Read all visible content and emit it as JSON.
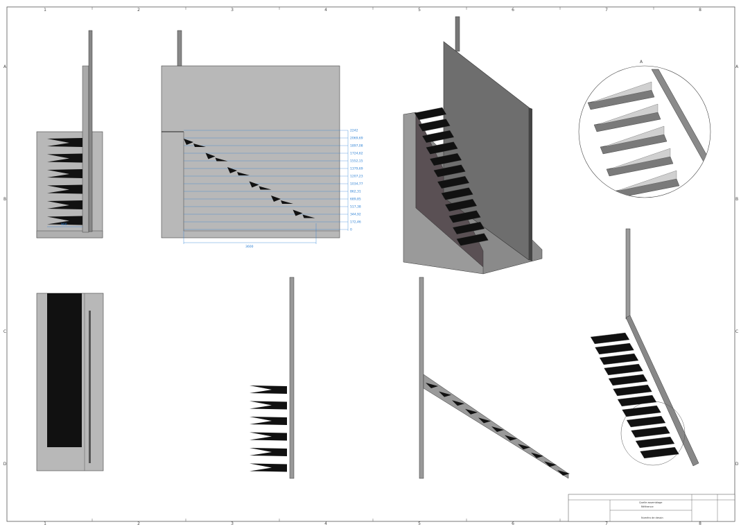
{
  "sheet": {
    "columns": [
      "1",
      "2",
      "3",
      "4",
      "5",
      "6",
      "7",
      "8"
    ],
    "rows": [
      "A",
      "B",
      "C",
      "D"
    ]
  },
  "front_view": {
    "level_dimensions": [
      "2242",
      "2069,69",
      "1897,08",
      "1724,62",
      "1552,15",
      "1379,69",
      "1207,23",
      "1034,77",
      "862,31",
      "689,85",
      "517,38",
      "344,92",
      "172,46",
      "0"
    ],
    "width_dimension": "3600"
  },
  "side_view": {
    "width_dimension": "900"
  },
  "detail": {
    "label": "A"
  },
  "title_block": {
    "title": "Quelle assemblage",
    "subtitle": "Référence",
    "drawing_number": "Numéro de dessin"
  },
  "colors": {
    "dimension": "#2a7fd4",
    "concrete": "#b8b8b8",
    "tread": "#111111",
    "wall_iso": "#6e6e6e"
  }
}
